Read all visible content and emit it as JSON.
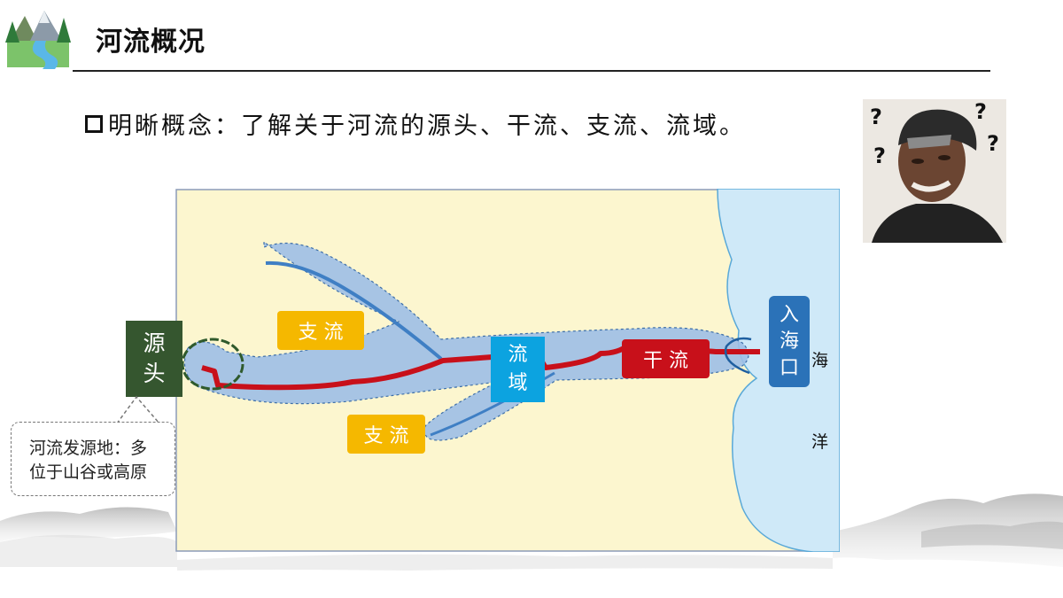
{
  "header": {
    "title": "河流概况"
  },
  "concept": {
    "text": "明晰概念：了解关于河流的源头、干流、支流、流域。"
  },
  "diagram": {
    "source": "源头",
    "tributary_top": "支 流",
    "tributary_bottom": "支 流",
    "basin": "流域",
    "main_stream": "干 流",
    "estuary": "入海口",
    "ocean_top": "海",
    "ocean_bottom": "洋"
  },
  "note": {
    "line1": "河流发源地：多",
    "line2": "位于山谷或高原"
  },
  "colors": {
    "river_red": "#c8101a",
    "basin_blue": "#9dbfe5",
    "land": "#fcf6cf",
    "ocean": "#cfe9f8",
    "label_orange": "#f5b800"
  },
  "icons": [
    "landscape-logo-icon",
    "confused-person-photo",
    "question-mark-icon"
  ]
}
